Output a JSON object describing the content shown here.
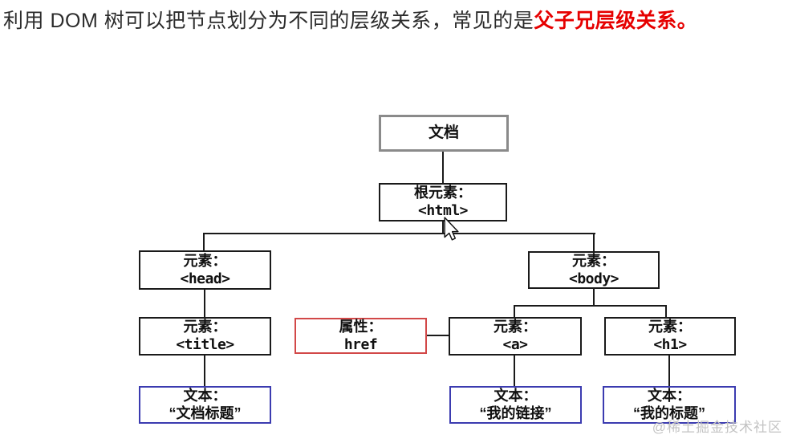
{
  "header": {
    "text_black": "利用 DOM 树可以把节点划分为不同的层级关系，常见的是",
    "text_red": "父子兄层级关系。",
    "red_color": "#e60000"
  },
  "tree": {
    "colors": {
      "document_border": "#8a8a8a",
      "element_border": "#1a1a1a",
      "attribute_border": "#d24848",
      "text_border": "#3b3bb0",
      "line": "#1a1a1a"
    },
    "nodes": {
      "document": {
        "line1": "文档"
      },
      "root": {
        "line1": "根元素：",
        "line2": "<html>"
      },
      "head": {
        "line1": "元素：",
        "line2": "<head>"
      },
      "body": {
        "line1": "元素：",
        "line2": "<body>"
      },
      "title": {
        "line1": "元素：",
        "line2": "<title>"
      },
      "attr_href": {
        "line1": "属性：",
        "line2": "href"
      },
      "a": {
        "line1": "元素：",
        "line2": "<a>"
      },
      "h1": {
        "line1": "元素：",
        "line2": "<h1>"
      },
      "text_title": {
        "line1": "文本：",
        "line2": "“文档标题”"
      },
      "text_a": {
        "line1": "文本：",
        "line2": "“我的链接”"
      },
      "text_h1": {
        "line1": "文本：",
        "line2": "“我的标题”"
      }
    }
  },
  "watermark": {
    "text": "@稀土掘金技术社区"
  }
}
